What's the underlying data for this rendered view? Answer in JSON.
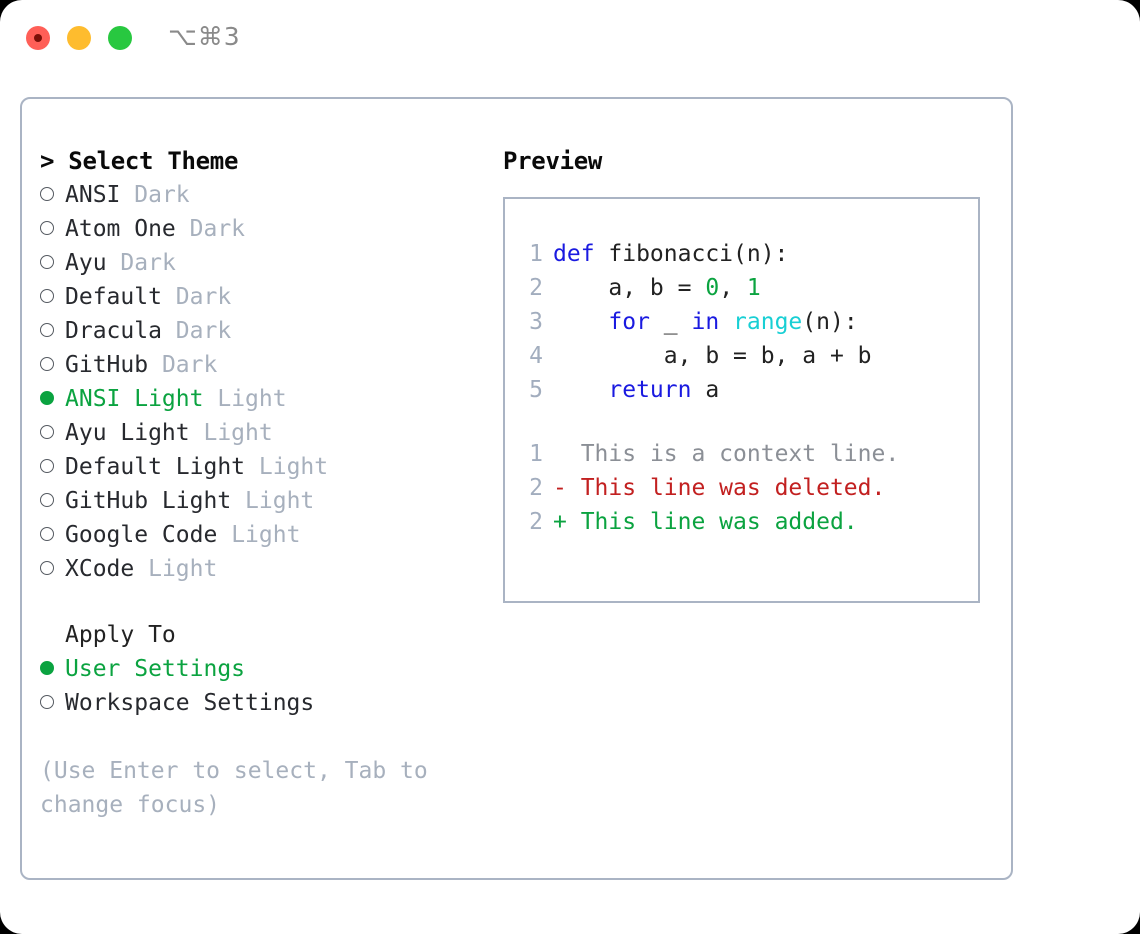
{
  "titlebar": {
    "shortcut_label": "⌥⌘3",
    "buttons": [
      {
        "name": "close",
        "color": "#ff5f57"
      },
      {
        "name": "minimize",
        "color": "#febc2e"
      },
      {
        "name": "maximize",
        "color": "#28c840"
      }
    ]
  },
  "colors": {
    "accent_green": "#0ba340",
    "muted": "#a7b0bd",
    "border": "#aab4c4",
    "keyword_blue": "#1a1ae0",
    "function_cyan": "#18cfd4",
    "diff_delete_red": "#c22020",
    "diff_add_green": "#0ba340",
    "line_number": "#a2adbe"
  },
  "left": {
    "header": "> Select Theme",
    "themes": [
      {
        "name": "ANSI",
        "kind": "Dark",
        "selected": false
      },
      {
        "name": "Atom One",
        "kind": "Dark",
        "selected": false
      },
      {
        "name": "Ayu",
        "kind": "Dark",
        "selected": false
      },
      {
        "name": "Default",
        "kind": "Dark",
        "selected": false
      },
      {
        "name": "Dracula",
        "kind": "Dark",
        "selected": false
      },
      {
        "name": "GitHub",
        "kind": "Dark",
        "selected": false
      },
      {
        "name": "ANSI Light",
        "kind": "Light",
        "selected": true
      },
      {
        "name": "Ayu Light",
        "kind": "Light",
        "selected": false
      },
      {
        "name": "Default Light",
        "kind": "Light",
        "selected": false
      },
      {
        "name": "GitHub Light",
        "kind": "Light",
        "selected": false
      },
      {
        "name": "Google Code",
        "kind": "Light",
        "selected": false
      },
      {
        "name": "XCode",
        "kind": "Light",
        "selected": false
      }
    ],
    "apply_to_header": "Apply To",
    "apply_to": [
      {
        "label": "User Settings",
        "selected": true
      },
      {
        "label": "Workspace Settings",
        "selected": false
      }
    ],
    "hint": "(Use Enter to select, Tab to change focus)"
  },
  "right": {
    "header": "Preview",
    "code_lines": [
      {
        "n": "1",
        "tokens": [
          {
            "t": "def ",
            "c": "kw"
          },
          {
            "t": "fibonacci(n):",
            "c": "plain"
          }
        ]
      },
      {
        "n": "2",
        "tokens": [
          {
            "t": "    a, b = ",
            "c": "plain"
          },
          {
            "t": "0",
            "c": "num"
          },
          {
            "t": ", ",
            "c": "plain"
          },
          {
            "t": "1",
            "c": "num"
          }
        ]
      },
      {
        "n": "3",
        "tokens": [
          {
            "t": "    ",
            "c": "plain"
          },
          {
            "t": "for",
            "c": "kw"
          },
          {
            "t": " _ ",
            "c": "plain"
          },
          {
            "t": "in",
            "c": "kw"
          },
          {
            "t": " ",
            "c": "plain"
          },
          {
            "t": "range",
            "c": "fn"
          },
          {
            "t": "(n):",
            "c": "plain"
          }
        ]
      },
      {
        "n": "4",
        "tokens": [
          {
            "t": "        a, b = b, a + b",
            "c": "plain"
          }
        ]
      },
      {
        "n": "5",
        "tokens": [
          {
            "t": "    ",
            "c": "plain"
          },
          {
            "t": "return",
            "c": "kw"
          },
          {
            "t": " a",
            "c": "plain"
          }
        ]
      }
    ],
    "diff_lines": [
      {
        "n": "1",
        "marker": " ",
        "text": " This is a context line.",
        "kind": "d-ctx"
      },
      {
        "n": "2",
        "marker": "-",
        "text": " This line was deleted.",
        "kind": "d-del"
      },
      {
        "n": "2",
        "marker": "+",
        "text": " This line was added.",
        "kind": "d-add"
      }
    ]
  }
}
